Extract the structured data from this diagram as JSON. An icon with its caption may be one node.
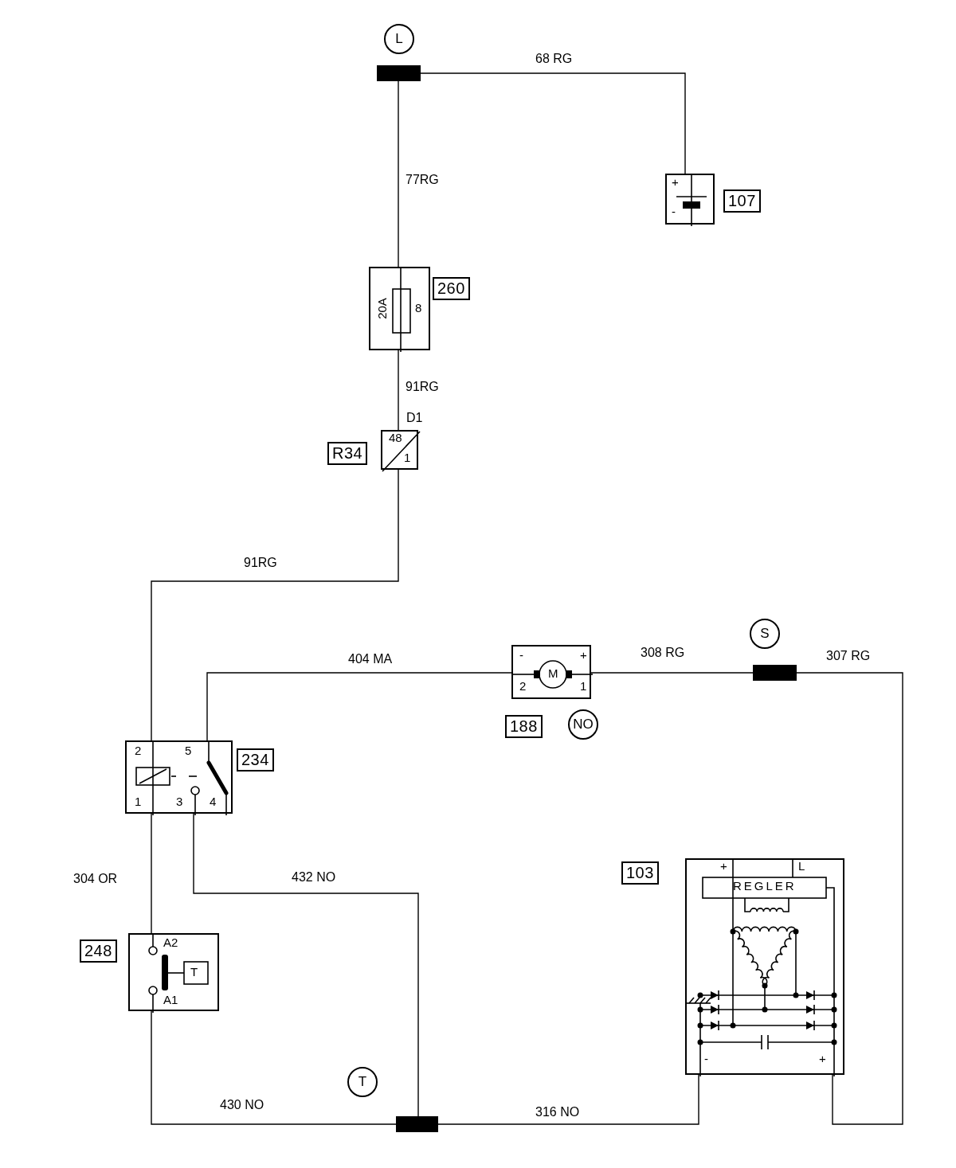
{
  "diagram": {
    "nodes": [
      {
        "text": [],
        "shape": "bar",
        "beside": [
          "L"
        ]
      },
      {
        "text": [
          "+",
          "-"
        ],
        "beside": [
          "107"
        ]
      },
      {
        "text": [
          "20A",
          "8"
        ],
        "beside": [
          "260"
        ]
      },
      {
        "text": [
          "48",
          "1"
        ],
        "beside": [
          "D1",
          "R34"
        ]
      },
      {
        "text": [
          "2",
          "5",
          "1",
          "3",
          "4"
        ],
        "beside": [
          "234"
        ]
      },
      {
        "text": [
          "-",
          "M",
          "+",
          "2",
          "1"
        ],
        "beside": [
          "188",
          "NO"
        ]
      },
      {
        "text": [],
        "shape": "bar",
        "beside": [
          "S"
        ]
      },
      {
        "text": [
          "A2",
          "A1",
          "T"
        ],
        "beside": [
          "248"
        ]
      },
      {
        "text": [
          "+",
          "L",
          "REGLER",
          "-",
          "+"
        ],
        "beside": [
          "103"
        ]
      },
      {
        "text": [],
        "shape": "bar",
        "beside": [
          "T"
        ]
      }
    ],
    "edges": [
      {
        "from": 0,
        "to": 1,
        "arrow": "none",
        "label": "68 RG"
      },
      {
        "from": 0,
        "to": 2,
        "arrow": "none",
        "label": "77RG"
      },
      {
        "from": 2,
        "to": 3,
        "arrow": "none",
        "label": "91RG"
      },
      {
        "from": 3,
        "to": 4,
        "arrow": "none",
        "label": "91RG"
      },
      {
        "from": 4,
        "to": 5,
        "arrow": "none",
        "label": "404 MA"
      },
      {
        "from": 5,
        "to": 6,
        "arrow": "none",
        "label": "308 RG"
      },
      {
        "from": 6,
        "to": 8,
        "arrow": "none",
        "label": "307 RG"
      },
      {
        "from": 4,
        "to": 7,
        "arrow": "none",
        "label": "304 OR"
      },
      {
        "from": 4,
        "to": 9,
        "arrow": "none",
        "label": "432 NO"
      },
      {
        "from": 7,
        "to": 9,
        "arrow": "none",
        "label": "430 NO"
      },
      {
        "from": 9,
        "to": 8,
        "arrow": "none",
        "label": "316 NO"
      }
    ]
  }
}
